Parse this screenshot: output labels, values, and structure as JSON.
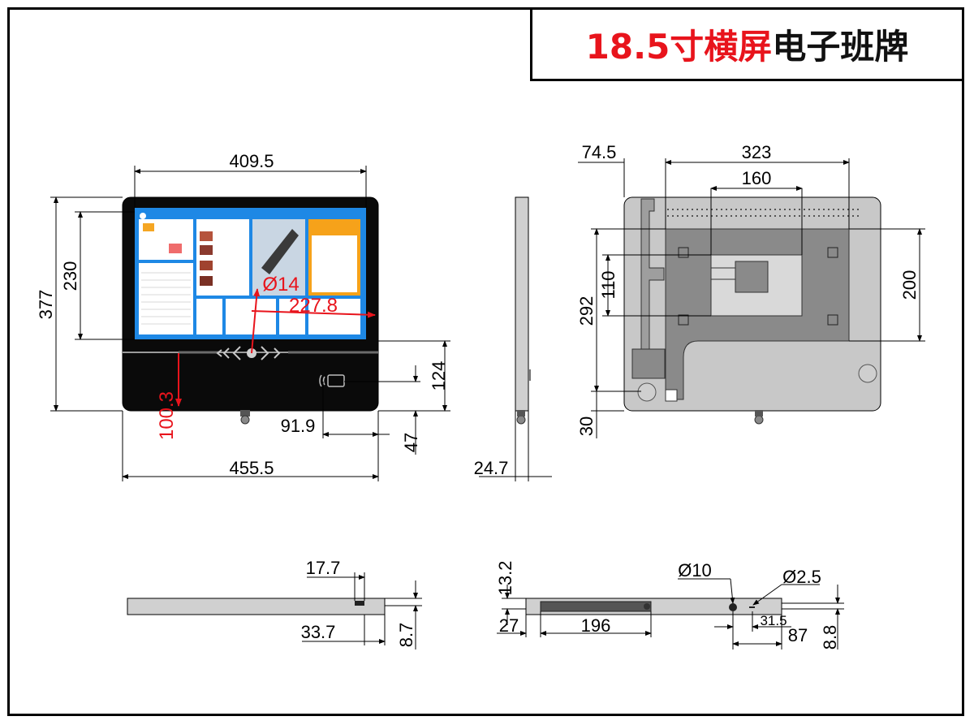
{
  "title": {
    "red": "18.5寸横屏",
    "black": "电子班牌"
  },
  "colors": {
    "dimension": "#e8141c",
    "line": "#000000",
    "screen_blue": "#1e88e5",
    "device_black": "#0a0a0a",
    "back_gray": "#c8c8c8",
    "mount_gray": "#8a8a8a"
  },
  "front": {
    "width_screen": "409.5",
    "width_total": "455.5",
    "height_total": "377",
    "height_screen": "230",
    "hole_diameter": "Ø14",
    "hole_offset": "227.8",
    "hole_height": "100.3",
    "nfc_height": "124",
    "nfc_offset": "91.9",
    "nfc_bottom": "47"
  },
  "side": {
    "depth": "24.7"
  },
  "back": {
    "left_offset": "74.5",
    "mount_width": "323",
    "vesa_width": "160",
    "height_292": "292",
    "height_110": "110",
    "height_200": "200",
    "bottom_30": "30"
  },
  "bottom_left": {
    "top_dim": "17.7",
    "bottom_dim": "33.7",
    "height_dim": "8.7"
  },
  "bottom_right": {
    "dim_13_2": "13.2",
    "dim_27": "27",
    "dim_196": "196",
    "dia_10": "Ø10",
    "dia_2_5": "Ø2.5",
    "dim_31_5": "31.5",
    "dim_87": "87",
    "dim_8_8": "8.8"
  }
}
